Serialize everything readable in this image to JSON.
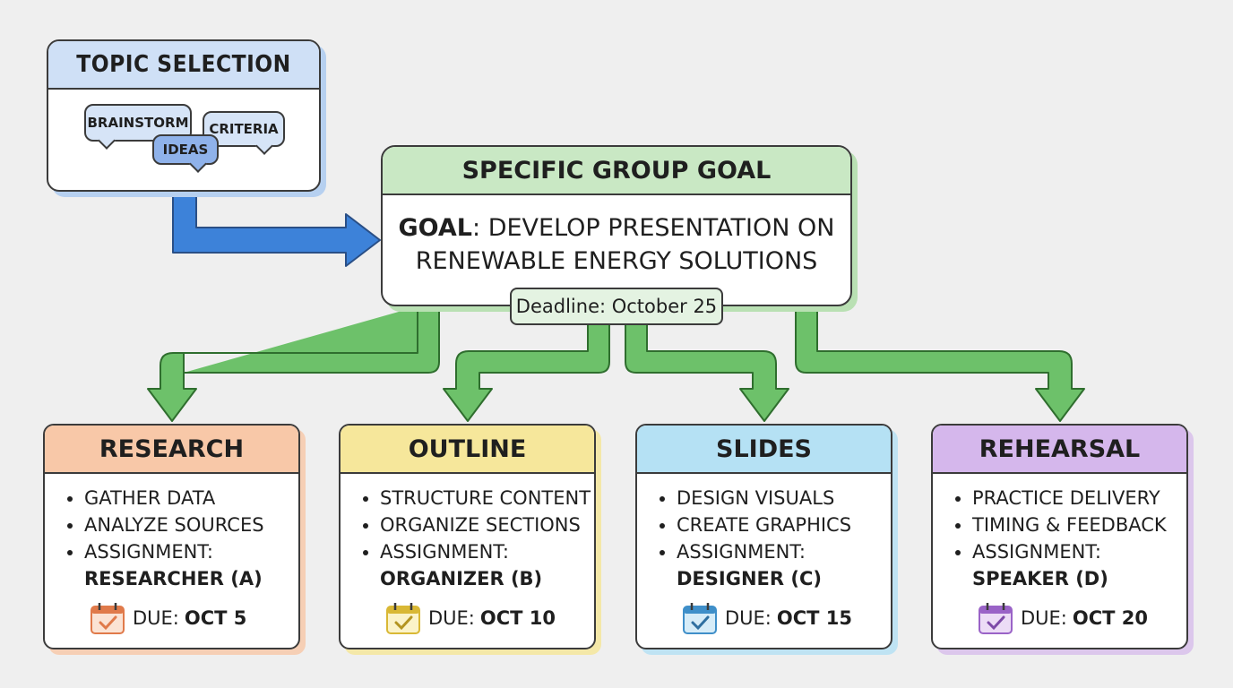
{
  "topic": {
    "title": "TOPIC SELECTION",
    "bubbles": [
      "BRAINSTORM",
      "IDEAS",
      "CRITERIA"
    ]
  },
  "goal": {
    "title": "SPECIFIC GROUP GOAL",
    "label": "GOAL",
    "line1_rest": ": DEVELOP PRESENTATION ON",
    "line2": "RENEWABLE ENERGY SOLUTIONS",
    "deadline": "Deadline: October 25"
  },
  "cards": [
    {
      "title": "RESEARCH",
      "items": [
        "GATHER DATA",
        "ANALYZE SOURCES",
        "ASSIGNMENT:"
      ],
      "assignee": "RESEARCHER (A)",
      "due_label": "DUE:",
      "due_date": "OCT 5",
      "color": "#f8c8a8",
      "icon_color": "#e07a4a"
    },
    {
      "title": "OUTLINE",
      "items": [
        "STRUCTURE CONTENT",
        "ORGANIZE SECTIONS",
        "ASSIGNMENT:"
      ],
      "assignee": "ORGANIZER (B)",
      "due_label": "DUE:",
      "due_date": "OCT 10",
      "color": "#f6e79b",
      "icon_color": "#d9b835"
    },
    {
      "title": "SLIDES",
      "items": [
        "DESIGN VISUALS",
        "CREATE GRAPHICS",
        "ASSIGNMENT:"
      ],
      "assignee": "DESIGNER (C)",
      "due_label": "DUE:",
      "due_date": "OCT 15",
      "color": "#b5e1f4",
      "icon_color": "#3f8fc9"
    },
    {
      "title": "REHEARSAL",
      "items": [
        "PRACTICE DELIVERY",
        "TIMING & FEEDBACK",
        "ASSIGNMENT:"
      ],
      "assignee": "SPEAKER (D)",
      "due_label": "DUE:",
      "due_date": "OCT 20",
      "color": "#d5b7ec",
      "icon_color": "#9a63c7"
    }
  ],
  "colors": {
    "blue_arrow": "#3d82d9",
    "green_arrow": "#6dc16a"
  }
}
